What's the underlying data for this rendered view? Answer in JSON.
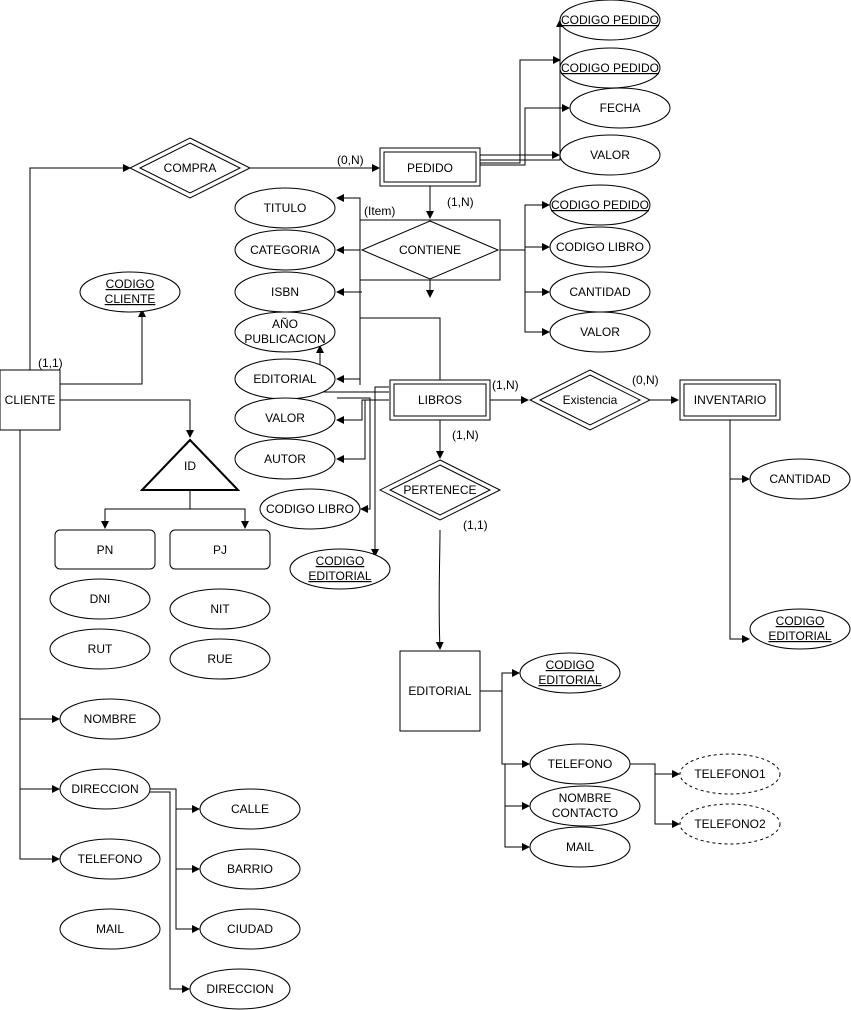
{
  "entities": {
    "cliente": "CLIENTE",
    "pedido": "PEDIDO",
    "libros": "LIBROS",
    "inventario": "INVENTARIO",
    "editorial": "EDITORIAL",
    "pn": "PN",
    "pj": "PJ"
  },
  "relationships": {
    "compra": "COMPRA",
    "contiene": "CONTIENE",
    "existencia": "Existencia",
    "pertenece": "PERTENECE",
    "id": "ID"
  },
  "attributes": {
    "pedido_codigo_1": "CODIGO PEDIDO",
    "pedido_codigo_2": "CODIGO PEDIDO",
    "pedido_fecha": "FECHA",
    "pedido_valor": "VALOR",
    "contiene_codigo_pedido": "CODIGO PEDIDO",
    "contiene_codigo_libro": "CODIGO LIBRO",
    "contiene_cantidad": "CANTIDAD",
    "contiene_valor": "VALOR",
    "libro_titulo": "TITULO",
    "libro_categoria": "CATEGORIA",
    "libro_isbn": "ISBN",
    "libro_anio_1": "AÑO",
    "libro_anio_2": "PUBLICACION",
    "libro_editorial": "EDITORIAL",
    "libro_valor": "VALOR",
    "libro_autor": "AUTOR",
    "libro_codigo": "CODIGO LIBRO",
    "libro_codigo_editorial_1": "CODIGO",
    "libro_codigo_editorial_2": "EDITORIAL",
    "cliente_codigo_1": "CODIGO",
    "cliente_codigo_2": "CLIENTE",
    "pn_dni": "DNI",
    "pn_rut": "RUT",
    "pj_nit": "NIT",
    "pj_rue": "RUE",
    "cliente_nombre": "NOMBRE",
    "cliente_direccion": "DIRECCION",
    "cliente_telefono": "TELEFONO",
    "cliente_mail": "MAIL",
    "dir_calle": "CALLE",
    "dir_barrio": "BARRIO",
    "dir_ciudad": "CIUDAD",
    "dir_direccion": "DIRECCION",
    "inv_cantidad": "CANTIDAD",
    "inv_codigo_editorial_1": "CODIGO",
    "inv_codigo_editorial_2": "EDITORIAL",
    "ed_codigo_1": "CODIGO",
    "ed_codigo_2": "EDITORIAL",
    "ed_telefono": "TELEFONO",
    "ed_nombre_contacto_1": "NOMBRE",
    "ed_nombre_contacto_2": "CONTACTO",
    "ed_mail": "MAIL",
    "ed_telefono1": "TELEFONO1",
    "ed_telefono2": "TELEFONO2"
  },
  "cardinalities": {
    "compra_pedido": "(0,N)",
    "pedido_contiene": "(1,N)",
    "item": "(Item)",
    "cliente": "(1,1)",
    "libros_existencia": "(1,N)",
    "existencia_inventario": "(0,N)",
    "libros_pertenece": "(1,N)",
    "pertenece_editorial": "(1,1)"
  }
}
